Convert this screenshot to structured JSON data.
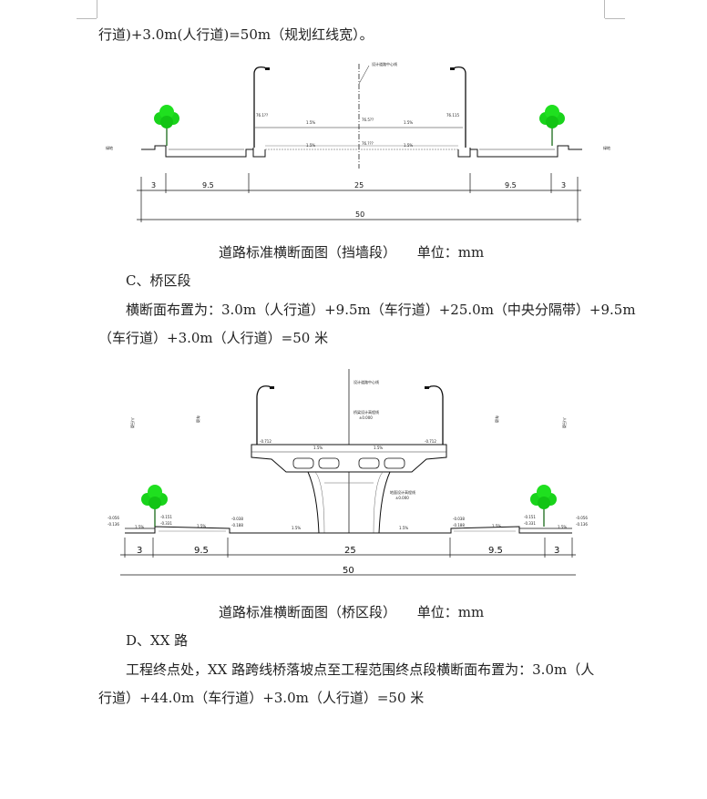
{
  "page": {
    "top_line": "行道)+3.0m(人行道)=50m（规划红线宽）。",
    "section_c": {
      "heading": "C、桥区段",
      "line1": "横断面布置为：3.0m（人行道）+9.5m（车行道）+25.0m（中央分隔带）+9.5m",
      "line2": "（车行道）+3.0m（人行道）=50 米"
    },
    "section_d": {
      "heading": "D、XX 路",
      "line1": "工程终点处，XX 路跨线桥落坡点至工程范围终点段横断面布置为：3.0m（人",
      "line2": "行道）+44.0m（车行道）+3.0m（人行道）=50 米"
    }
  },
  "figure1": {
    "caption": "道路标准横断面图（挡墙段）",
    "unit": "单位：mm",
    "dims": [
      "3",
      "9.5",
      "25",
      "9.5",
      "3"
    ],
    "total": "50",
    "labels": {
      "centerline": "设计道路中心线",
      "left_top": "76.1??",
      "right_top": "76.115",
      "slope_left": "1.5%",
      "slope_right": "1.5%",
      "slope_lower_left": "1.5%",
      "slope_lower_right": "1.5%",
      "elev_a": "76.5??",
      "elev_b": "76.???",
      "side_left": "绿地",
      "side_right": "绿地"
    }
  },
  "figure2": {
    "caption": "道路标准横断面图（桥区段）",
    "unit": "单位：mm",
    "dims": [
      "3",
      "9.5",
      "25",
      "9.5",
      "3"
    ],
    "total": "50",
    "labels": {
      "centerline": "设计道路中心线",
      "bridge_design": "桥梁设计高程线",
      "bridge_zero": "±0.000",
      "ground_design": "地面设计高程线",
      "ground_zero": "±0.000",
      "deck_left": "-0.712",
      "deck_right": "-0.712",
      "deck_slope_left": "1.5%",
      "deck_slope_right": "1.5%",
      "pedestrian": "人行道",
      "roadway": "车道",
      "left_pave_1": "-0.056",
      "left_pave_2": "-0.136",
      "left_curb_1": "-0.151",
      "left_curb_2": "-0.331",
      "left_lane_1": "-0.038",
      "left_lane_2": "-0.188",
      "right_lane_1": "-0.038",
      "right_lane_2": "-0.188",
      "right_curb_1": "-0.151",
      "right_curb_2": "-0.331",
      "right_pave_1": "-0.056",
      "right_pave_2": "-0.136",
      "slope_1": "1.5%",
      "slope_2": "1.5%",
      "slope_3": "1.5%",
      "slope_4": "1.5%",
      "slope_5": "1.5%",
      "slope_6": "1.5%"
    }
  }
}
